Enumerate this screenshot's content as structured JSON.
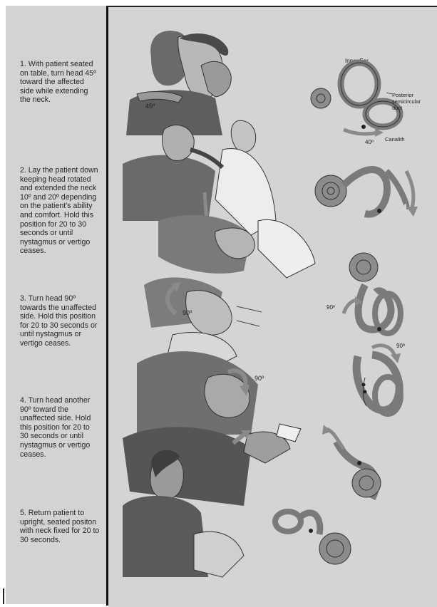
{
  "steps": [
    "1. With patient seated on table, turn head 45º toward the affected side while extending the neck.",
    "2. Lay the patient down keeping head rotated and extended the neck 10º and 20º depending on the patient's ability and comfort. Hold this position for 20 to 30 seconds or until nystagmus or vertigo ceases.",
    "3. Turn head 90º towards the unaffected side. Hold this position for 20 to 30 seconds or until nystagmus or vertigo ceases.",
    "4. Turn head another 90º toward the unaffected side. Hold this position for 20 to 30 seconds or until nystagmus or vertigo ceases.",
    "5. Return patient to upright, seated positon with neck fixed for 20 to 30 seconds."
  ],
  "labels": {
    "angle_45": "45º",
    "inner_ear": "Inner Ear",
    "posterior_duct_line1": "Posterior",
    "posterior_duct_line2": "semicircular",
    "posterior_duct_line3": "duct",
    "canalith": "Canalith",
    "angle_40": "40º",
    "angle_90_head": "90º",
    "angle_90_ear3": "90º",
    "angle_90_body": "90º",
    "angle_90_ear4": "90º"
  },
  "colors": {
    "panel": "#d3d3d3",
    "figure_dark": "#5a5a5a",
    "figure_mid": "#858585",
    "arrow": "#8a8a8a",
    "divider": "#111111"
  }
}
